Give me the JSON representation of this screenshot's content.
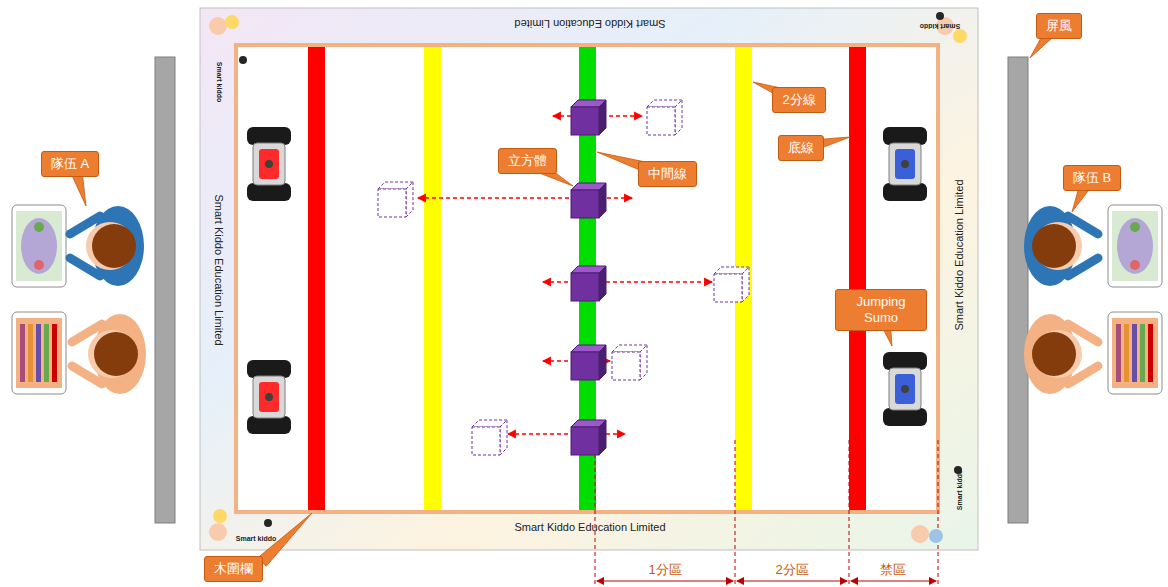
{
  "diagram": {
    "nodes": [
      {
        "text": [
          "屏風"
        ]
      },
      {
        "text": [
          "2分線"
        ]
      },
      {
        "text": [
          "隊伍 A"
        ]
      },
      {
        "text": [
          "立方體"
        ]
      },
      {
        "text": [
          "中間線"
        ]
      },
      {
        "text": [
          "底線"
        ]
      },
      {
        "text": [
          "隊伍 B"
        ]
      },
      {
        "text": [
          "Jumping Sumo"
        ]
      },
      {
        "text": [
          "木圍欄"
        ]
      }
    ],
    "labels": [
      "Smart Kiddo Education Limited",
      "Smart Kiddo Education Limited",
      "Smart Kiddo Education Limited",
      "Smart Kiddo Education Limited",
      "Smart kiddo",
      "Smart kiddo",
      "Smart kiddo",
      "Smart kiddo",
      "1分區",
      "2分區",
      "禁區"
    ]
  }
}
